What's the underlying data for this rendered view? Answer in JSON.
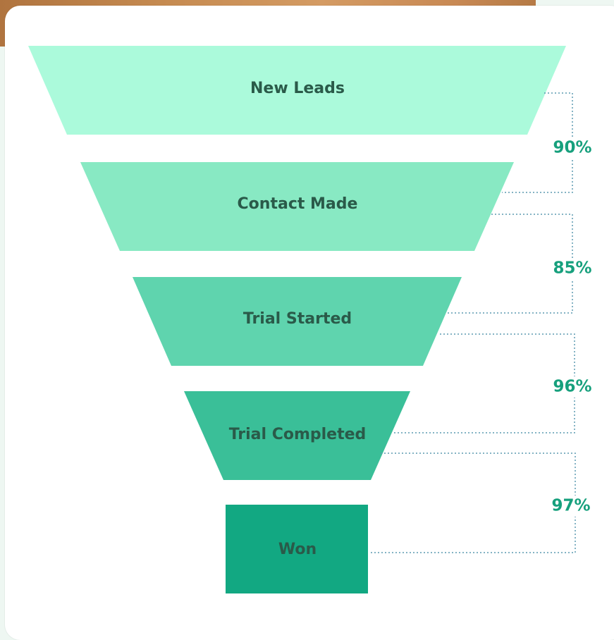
{
  "stages": [
    {
      "label": "New Leads",
      "color": "#abfadb"
    },
    {
      "label": "Contact Made",
      "color": "#88e9c3"
    },
    {
      "label": "Trial Started",
      "color": "#5fd4ae"
    },
    {
      "label": "Trial Completed",
      "color": "#3abf98"
    },
    {
      "label": "Won",
      "color": "#12a882"
    }
  ],
  "conversions": [
    "90%",
    "85%",
    "96%",
    "97%"
  ]
}
